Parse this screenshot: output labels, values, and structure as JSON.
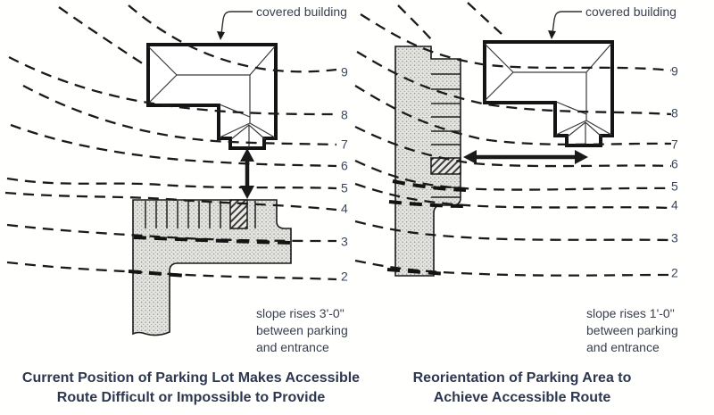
{
  "figure": {
    "left_panel": {
      "building_label": "covered building",
      "contour_labels": [
        "9",
        "8",
        "7",
        "6",
        "5",
        "4",
        "3",
        "2"
      ],
      "slope_note": [
        "slope rises 3'-0\"",
        "between parking",
        "and entrance"
      ],
      "caption": [
        "Current Position of Parking Lot Makes Accessible",
        "Route Difficult or Impossible to Provide"
      ]
    },
    "right_panel": {
      "building_label": "covered building",
      "contour_labels": [
        "9",
        "8",
        "7",
        "6",
        "5",
        "4",
        "3",
        "2"
      ],
      "slope_note": [
        "slope rises 1'-0\"",
        "between parking",
        "and entrance"
      ],
      "caption": [
        "Reorientation of Parking Area to",
        "Achieve Accessible Route"
      ]
    },
    "colors": {
      "ink": "#1b1b1b",
      "label_text": "#38404f",
      "contour_number_text": "#3a4560",
      "caption_text": "#2d3750",
      "stipple_fill": "#e4e4e0"
    }
  }
}
